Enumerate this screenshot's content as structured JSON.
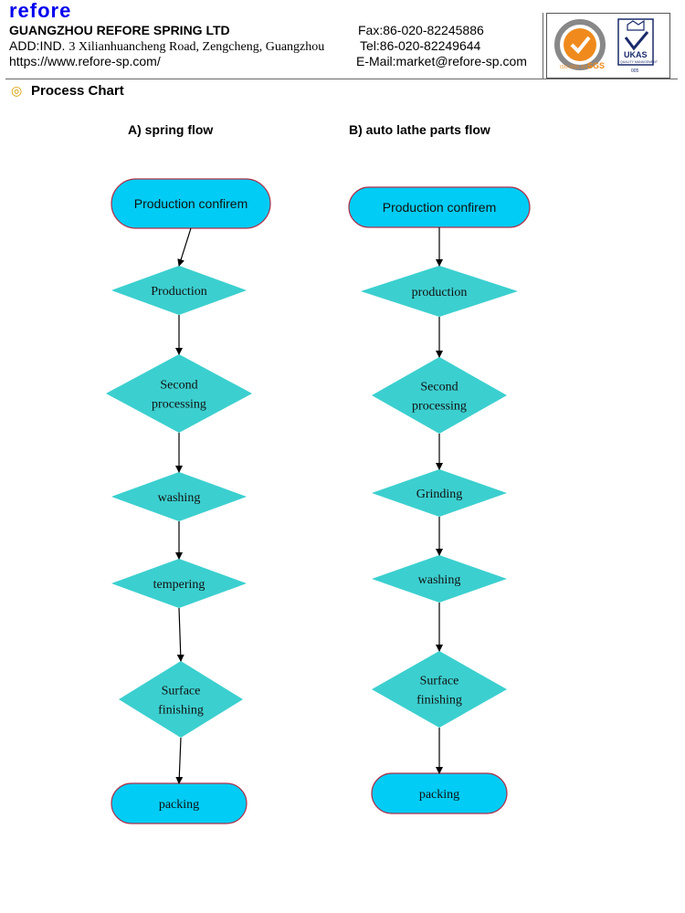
{
  "header": {
    "brand": "refore",
    "company": "GUANGZHOU REFORE SPRING LTD",
    "address_prefix": "ADD:IND.",
    "address_rest": "3 Xilianhuancheng Road, Zengcheng, Guangzhou",
    "website": "https://www.refore-sp.com/",
    "fax": "Fax:86-020-82245886",
    "tel": "Tel:86-020-82249644",
    "email": "E-Mail:market@refore-sp.com",
    "logos": {
      "sgs_text": "SGS",
      "sgs_ring_text": "ISO 9001:2000",
      "ukas_text": "UKAS",
      "ukas_sub": "QUALITY MANAGEMENT",
      "ukas_code": "005",
      "colors": {
        "sgs_orange": "#f08a1c",
        "ukas_blue": "#1a2a6c"
      }
    }
  },
  "section": {
    "title": "Process Chart"
  },
  "flows": {
    "spring": {
      "title": "A) spring flow",
      "steps": [
        {
          "shape": "terminal",
          "lines": [
            "Production confirem"
          ]
        },
        {
          "shape": "diamond",
          "lines": [
            "Production"
          ]
        },
        {
          "shape": "diamond",
          "lines": [
            "Second",
            "processing"
          ]
        },
        {
          "shape": "diamond",
          "lines": [
            "washing"
          ]
        },
        {
          "shape": "diamond",
          "lines": [
            "tempering"
          ]
        },
        {
          "shape": "diamond",
          "lines": [
            "Surface",
            "finishing"
          ]
        },
        {
          "shape": "terminal",
          "lines": [
            "packing"
          ]
        }
      ]
    },
    "lathe": {
      "title": "B) auto lathe parts flow",
      "steps": [
        {
          "shape": "terminal",
          "lines": [
            "Production confirem"
          ]
        },
        {
          "shape": "diamond",
          "lines": [
            "production"
          ]
        },
        {
          "shape": "diamond",
          "lines": [
            "Second",
            "processing"
          ]
        },
        {
          "shape": "diamond",
          "lines": [
            "Grinding"
          ]
        },
        {
          "shape": "diamond",
          "lines": [
            "washing"
          ]
        },
        {
          "shape": "diamond",
          "lines": [
            "Surface",
            "finishing"
          ]
        },
        {
          "shape": "terminal",
          "lines": [
            "packing"
          ]
        }
      ]
    }
  },
  "colors": {
    "terminal_fill": "#00ccf5",
    "terminal_stroke": "#b0304a",
    "diamond_fill": "#3ccfcf",
    "arrow": "#000000"
  }
}
